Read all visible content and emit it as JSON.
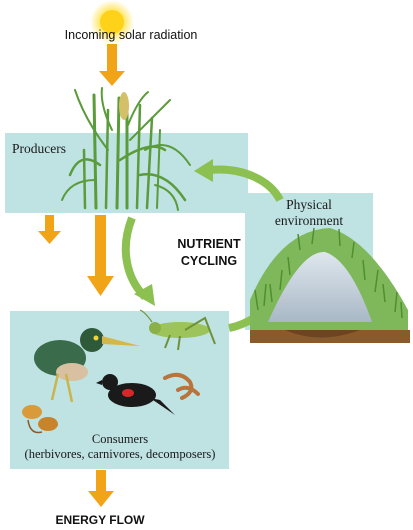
{
  "labels": {
    "solar": "Incoming solar radiation",
    "producers": "Producers",
    "physical": "Physical\nenvironment",
    "nutrient": "NUTRIENT\nCYCLING",
    "consumers": "Consumers\n(herbivores, carnivores, decomposers)",
    "energy": "ENERGY FLOW"
  },
  "colors": {
    "panel": "#bfe2e3",
    "energy_arrow": "#f2a419",
    "nutrient_arrow": "#8cc152",
    "sun": "#ffd21a",
    "grass": "#5a9b3a",
    "soil": "#8a5a2b"
  }
}
